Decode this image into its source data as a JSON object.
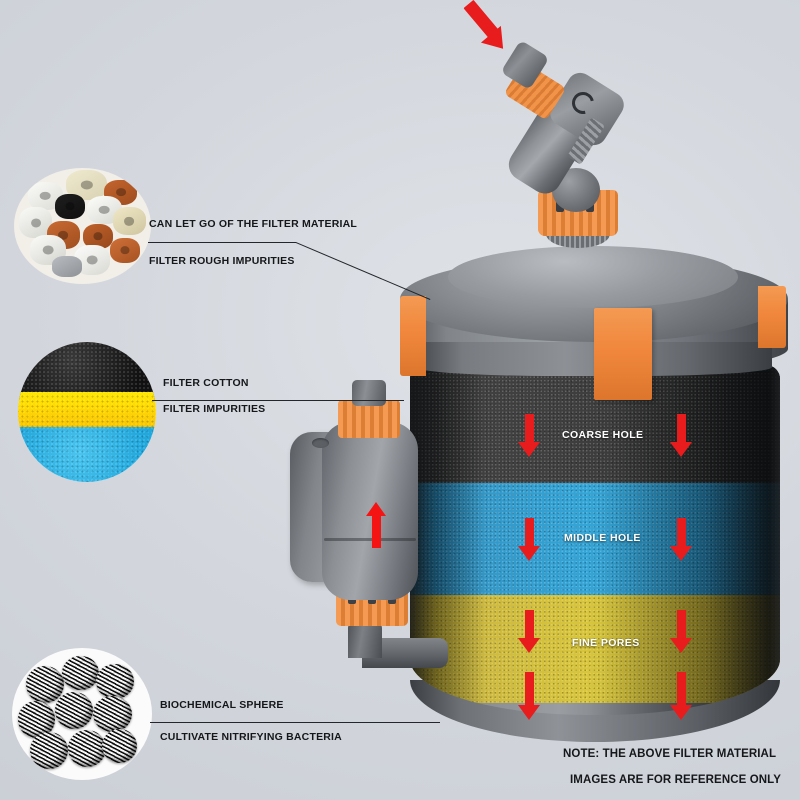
{
  "background": {
    "color": "#cfd3d9"
  },
  "product": {
    "name": "aquarium-canister-filter",
    "accent_color": "#f0873c",
    "arrow_color": "#e81c1c"
  },
  "callouts": [
    {
      "id": "ceramic-media",
      "swatch": "ceramic-rings-photo",
      "line1": "CAN LET GO OF THE FILTER MATERIAL",
      "line2": "FILTER ROUGH IMPURITIES"
    },
    {
      "id": "filter-cotton",
      "swatch": "layered-sponge-photo",
      "line1": "FILTER COTTON",
      "line2": "FILTER IMPURITIES"
    },
    {
      "id": "bio-sphere",
      "swatch": "bio-balls-photo",
      "line1": "BIOCHEMICAL SPHERE",
      "line2": "CULTIVATE NITRIFYING BACTERIA"
    }
  ],
  "media_layers": [
    {
      "id": "coarse",
      "label": "COARSE HOLE",
      "color": "#2d2d2d"
    },
    {
      "id": "middle",
      "label": "MIDDLE HOLE",
      "color": "#2aa3d8"
    },
    {
      "id": "fine",
      "label": "FINE PORES",
      "color": "#d8c531"
    }
  ],
  "note": {
    "line1": "NOTE: THE ABOVE FILTER MATERIAL",
    "line2": "IMAGES ARE FOR REFERENCE ONLY"
  },
  "icons": {
    "inlet_arrow": "arrow-down-right-icon",
    "flow_arrow": "arrow-down-icon",
    "pump_arrow": "arrow-up-icon"
  }
}
